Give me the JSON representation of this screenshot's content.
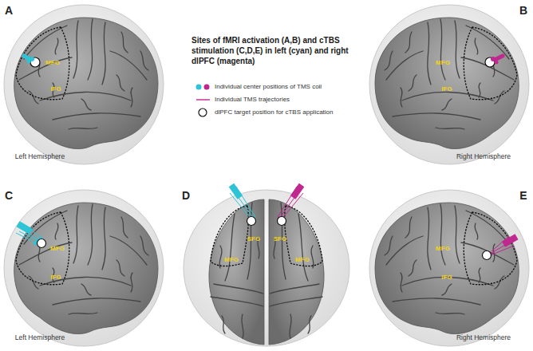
{
  "diagram": {
    "title": "Sites of fMRI activation (A,B) and cTBS stimulation (C,D,E) in left (cyan) and right dlPFC (magenta)",
    "labels": [
      "A",
      "MFG",
      "IFG",
      "Left Hemisphere",
      "B",
      "MFG",
      "IFG",
      "Right Hemisphere",
      "C",
      "MFG",
      "IFG",
      "Left Hemisphere",
      "D",
      "SFG",
      "SFG",
      "MFG",
      "MFG",
      "E",
      "MFG",
      "IFG",
      "Right Hemisphere"
    ],
    "legend": [
      {
        "text": "Individual center positions of TMS coil"
      },
      {
        "text": "Individual TMS trajectories"
      },
      {
        "text": "dlPFC target position for cTBS application"
      }
    ]
  }
}
